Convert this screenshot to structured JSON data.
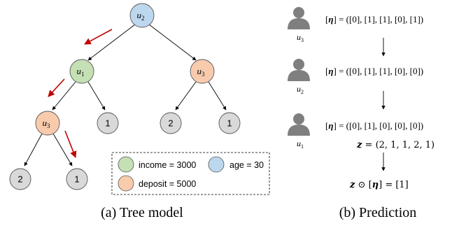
{
  "tree": {
    "nodes": [
      {
        "id": "root",
        "kind": "user",
        "var": "u",
        "sub": "2",
        "color": "#bdd7ee"
      },
      {
        "id": "l1-left",
        "kind": "user",
        "var": "u",
        "sub": "1",
        "color": "#c5e0b4"
      },
      {
        "id": "l1-right",
        "kind": "user",
        "var": "u",
        "sub": "3",
        "color": "#f8cbad"
      },
      {
        "id": "l2-left",
        "kind": "user",
        "var": "u",
        "sub": "3",
        "color": "#f8cbad"
      },
      {
        "id": "leaf-a",
        "kind": "leaf",
        "label": "1",
        "color": "#d9d9d9"
      },
      {
        "id": "leaf-b",
        "kind": "leaf",
        "label": "2",
        "color": "#d9d9d9"
      },
      {
        "id": "leaf-c",
        "kind": "leaf",
        "label": "1",
        "color": "#d9d9d9"
      },
      {
        "id": "leaf-d",
        "kind": "leaf",
        "label": "2",
        "color": "#d9d9d9"
      },
      {
        "id": "leaf-e",
        "kind": "leaf",
        "label": "1",
        "color": "#d9d9d9"
      }
    ],
    "edges": [
      [
        "root",
        "l1-left"
      ],
      [
        "root",
        "l1-right"
      ],
      [
        "l1-left",
        "l2-left"
      ],
      [
        "l1-left",
        "leaf-a"
      ],
      [
        "l1-right",
        "leaf-b"
      ],
      [
        "l1-right",
        "leaf-c"
      ],
      [
        "l2-left",
        "leaf-d"
      ],
      [
        "l2-left",
        "leaf-e"
      ]
    ],
    "path_arrow_color": "#c00000",
    "legend": [
      {
        "text": "income = 3000",
        "color": "#c5e0b4"
      },
      {
        "text": "age = 30",
        "color": "#bdd7ee"
      },
      {
        "text": "deposit = 5000",
        "color": "#f8cbad"
      }
    ]
  },
  "prediction": {
    "icon": "user-icon",
    "icon_color": "#7f7f7f",
    "steps": [
      {
        "var": "u",
        "sub": "3",
        "vector": "([0], [1], [1], [0], [1])"
      },
      {
        "var": "u",
        "sub": "2",
        "vector": "([0], [1], [1], [0], [0])"
      },
      {
        "var": "u",
        "sub": "1",
        "vector": "([0], [1], [0], [0], [0])"
      }
    ],
    "eta": "η",
    "z_name": "z",
    "z_value": "(2, 1, 1, 2, 1)",
    "odot": "⊙",
    "result": "[1]"
  },
  "captions": {
    "a": "(a) Tree model",
    "b": "(b) Prediction"
  }
}
